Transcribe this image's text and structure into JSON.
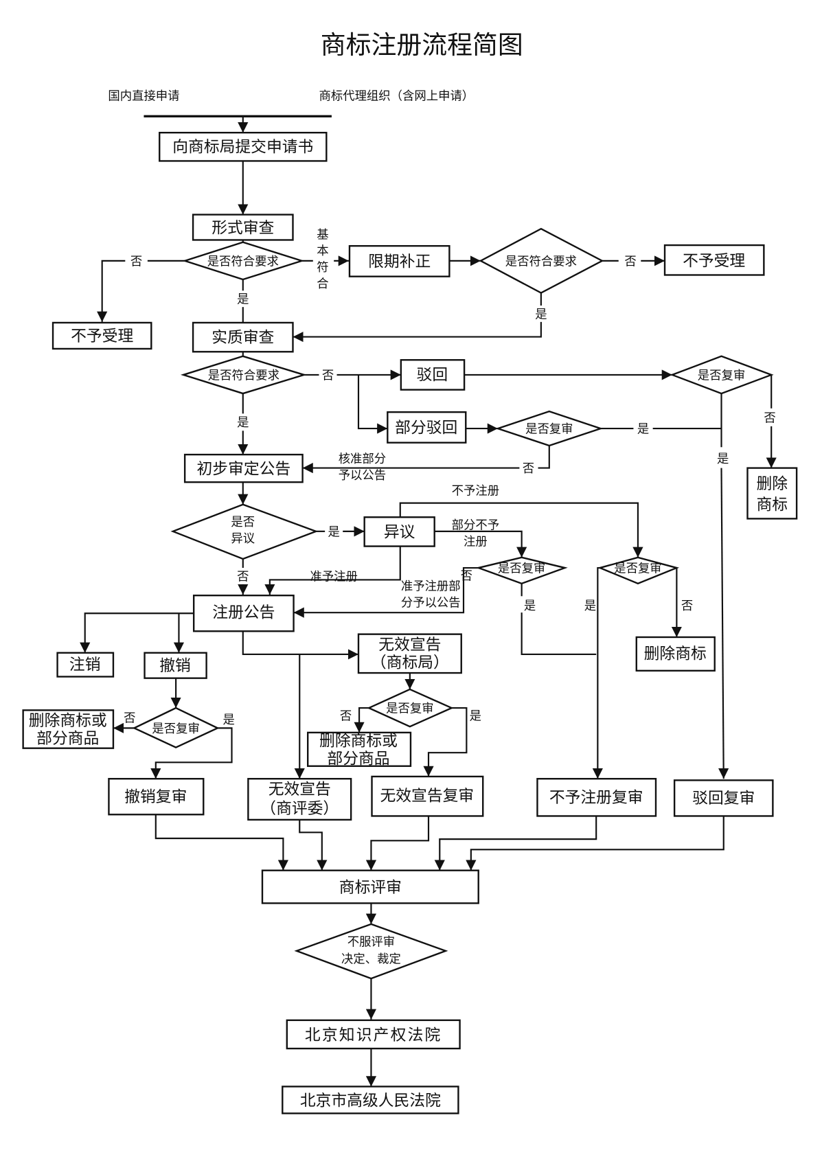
{
  "title": "商标注册流程简图",
  "sources": {
    "domestic": "国内直接申请",
    "agent": "商标代理组织（含网上申请）"
  },
  "nodes": {
    "submit": "向商标局提交申请书",
    "formal_review": "形式审查",
    "q_formal": "是否符合要求",
    "correction": "限期补正",
    "q_correction": "是否符合要求",
    "reject_accept_right": "不予受理",
    "reject_accept_left": "不予受理",
    "substantive_review": "实质审查",
    "q_substantive": "是否符合要求",
    "refuse": "驳回",
    "partial_refuse": "部分驳回",
    "q_review_partial": "是否复审",
    "q_review_refuse": "是否复审",
    "delete_mark_right": [
      "删除",
      "商标"
    ],
    "preliminary": "初步审定公告",
    "q_opposition": [
      "是否",
      "异议"
    ],
    "opposition": "异议",
    "q_review_opp_partial": "是否复审",
    "q_review_opp_refuse": "是否复审",
    "delete_mark_mid": "删除商标",
    "registration": "注册公告",
    "cancel": "注销",
    "revoke": "撤销",
    "q_review_revoke": "是否复审",
    "delete_or_partial_left": [
      "删除商标或",
      "部分商品"
    ],
    "invalid_office": [
      "无效宣告",
      "（商标局）"
    ],
    "q_review_invalid": "是否复审",
    "delete_or_partial_mid": [
      "删除商标或",
      "部分商品"
    ],
    "revoke_review": "撤销复审",
    "invalid_board": [
      "无效宣告",
      "（商评委）"
    ],
    "invalid_review": "无效宣告复审",
    "refuse_reg_review": "不予注册复审",
    "refuse_review": "驳回复审",
    "board": "商标评审",
    "q_appeal": [
      "不服评审",
      "决定、裁定"
    ],
    "ip_court": "北京知识产权法院",
    "high_court": "北京市高级人民法院"
  },
  "labels": {
    "no": "否",
    "yes": "是",
    "basic_conform": [
      "基",
      "本",
      "符",
      "合"
    ],
    "approve_partial_publish": [
      "核准部分",
      "予以公告"
    ],
    "refuse_registration": "不予注册",
    "partial_refuse_registration": [
      "部分不予",
      "注册"
    ],
    "approve_registration": "准予注册",
    "approve_partial_reg": [
      "准予注册部",
      "分予以公告"
    ]
  }
}
